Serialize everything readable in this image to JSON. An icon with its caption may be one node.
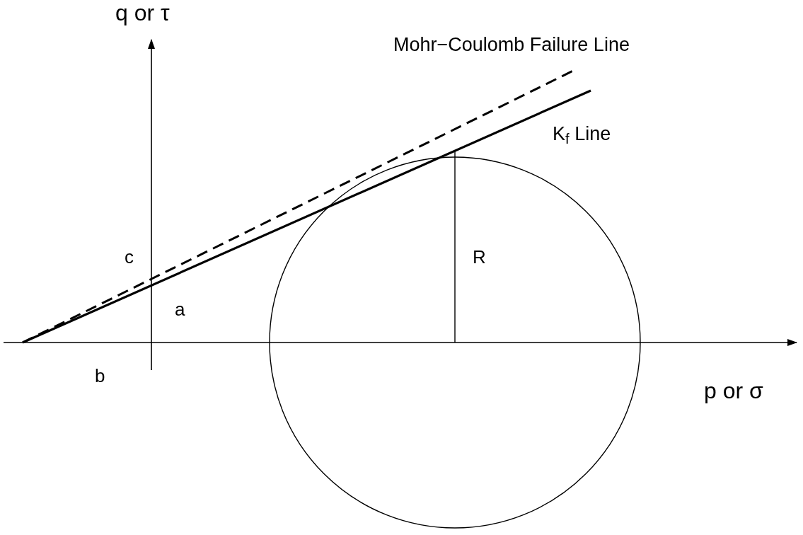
{
  "diagram": {
    "labels": [
      "q or τ",
      "Mohr−Coulomb Failure Line",
      "K$_{f}$ Line",
      "c",
      "R",
      "a",
      "b",
      "p or σ"
    ]
  }
}
